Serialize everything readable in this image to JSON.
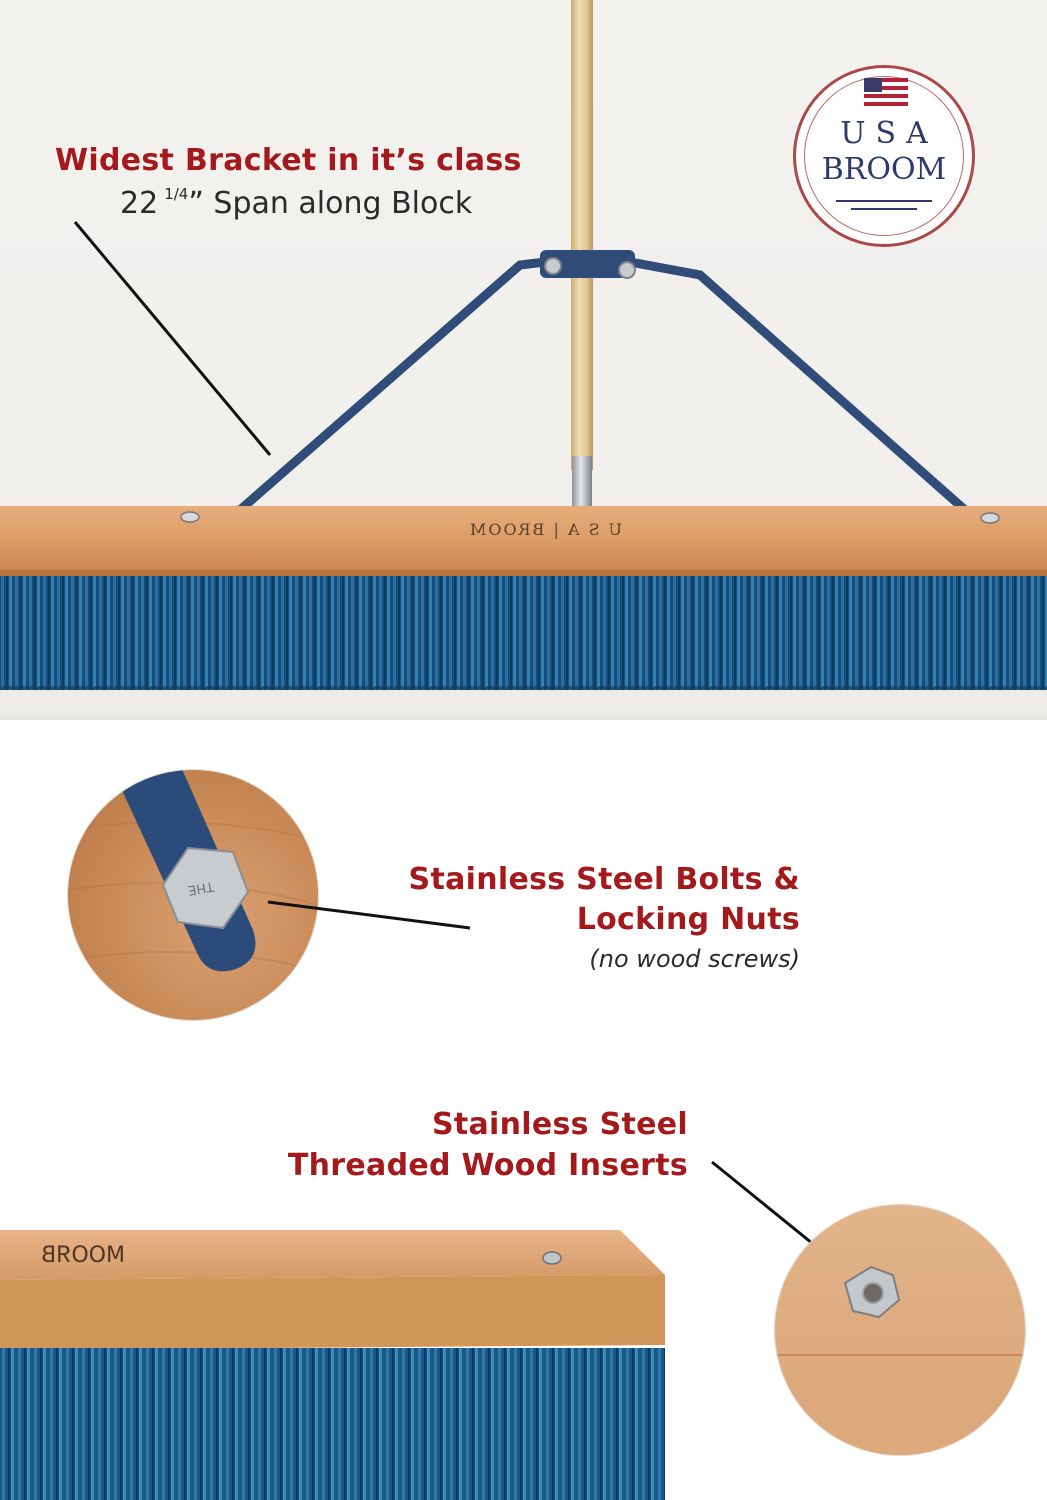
{
  "badge": {
    "line1": "USA",
    "line2": "BROOM",
    "flag_icon": "us-flag-icon"
  },
  "callouts": {
    "bracket": {
      "title": "Widest Bracket in it’s class",
      "span_whole": "22",
      "span_fraction": "1/4",
      "span_rest": "” Span along Block"
    },
    "bolts": {
      "title_line1": "Stainless Steel Bolts &",
      "title_line2": "Locking Nuts",
      "note": "(no wood screws)"
    },
    "inserts": {
      "title_line1": "Stainless Steel",
      "title_line2": "Threaded Wood Inserts"
    }
  },
  "block_stamp": {
    "text_top": "U S A | BROOM",
    "text_bottom": "MOOЯB"
  },
  "bolt_marking": "THE",
  "colors": {
    "accent_red": "#a3191c",
    "bracket_blue": "#2f4d78",
    "bristle_blue": "#1f5f8c",
    "wood": "#d99c68",
    "handle": "#e1c898"
  }
}
